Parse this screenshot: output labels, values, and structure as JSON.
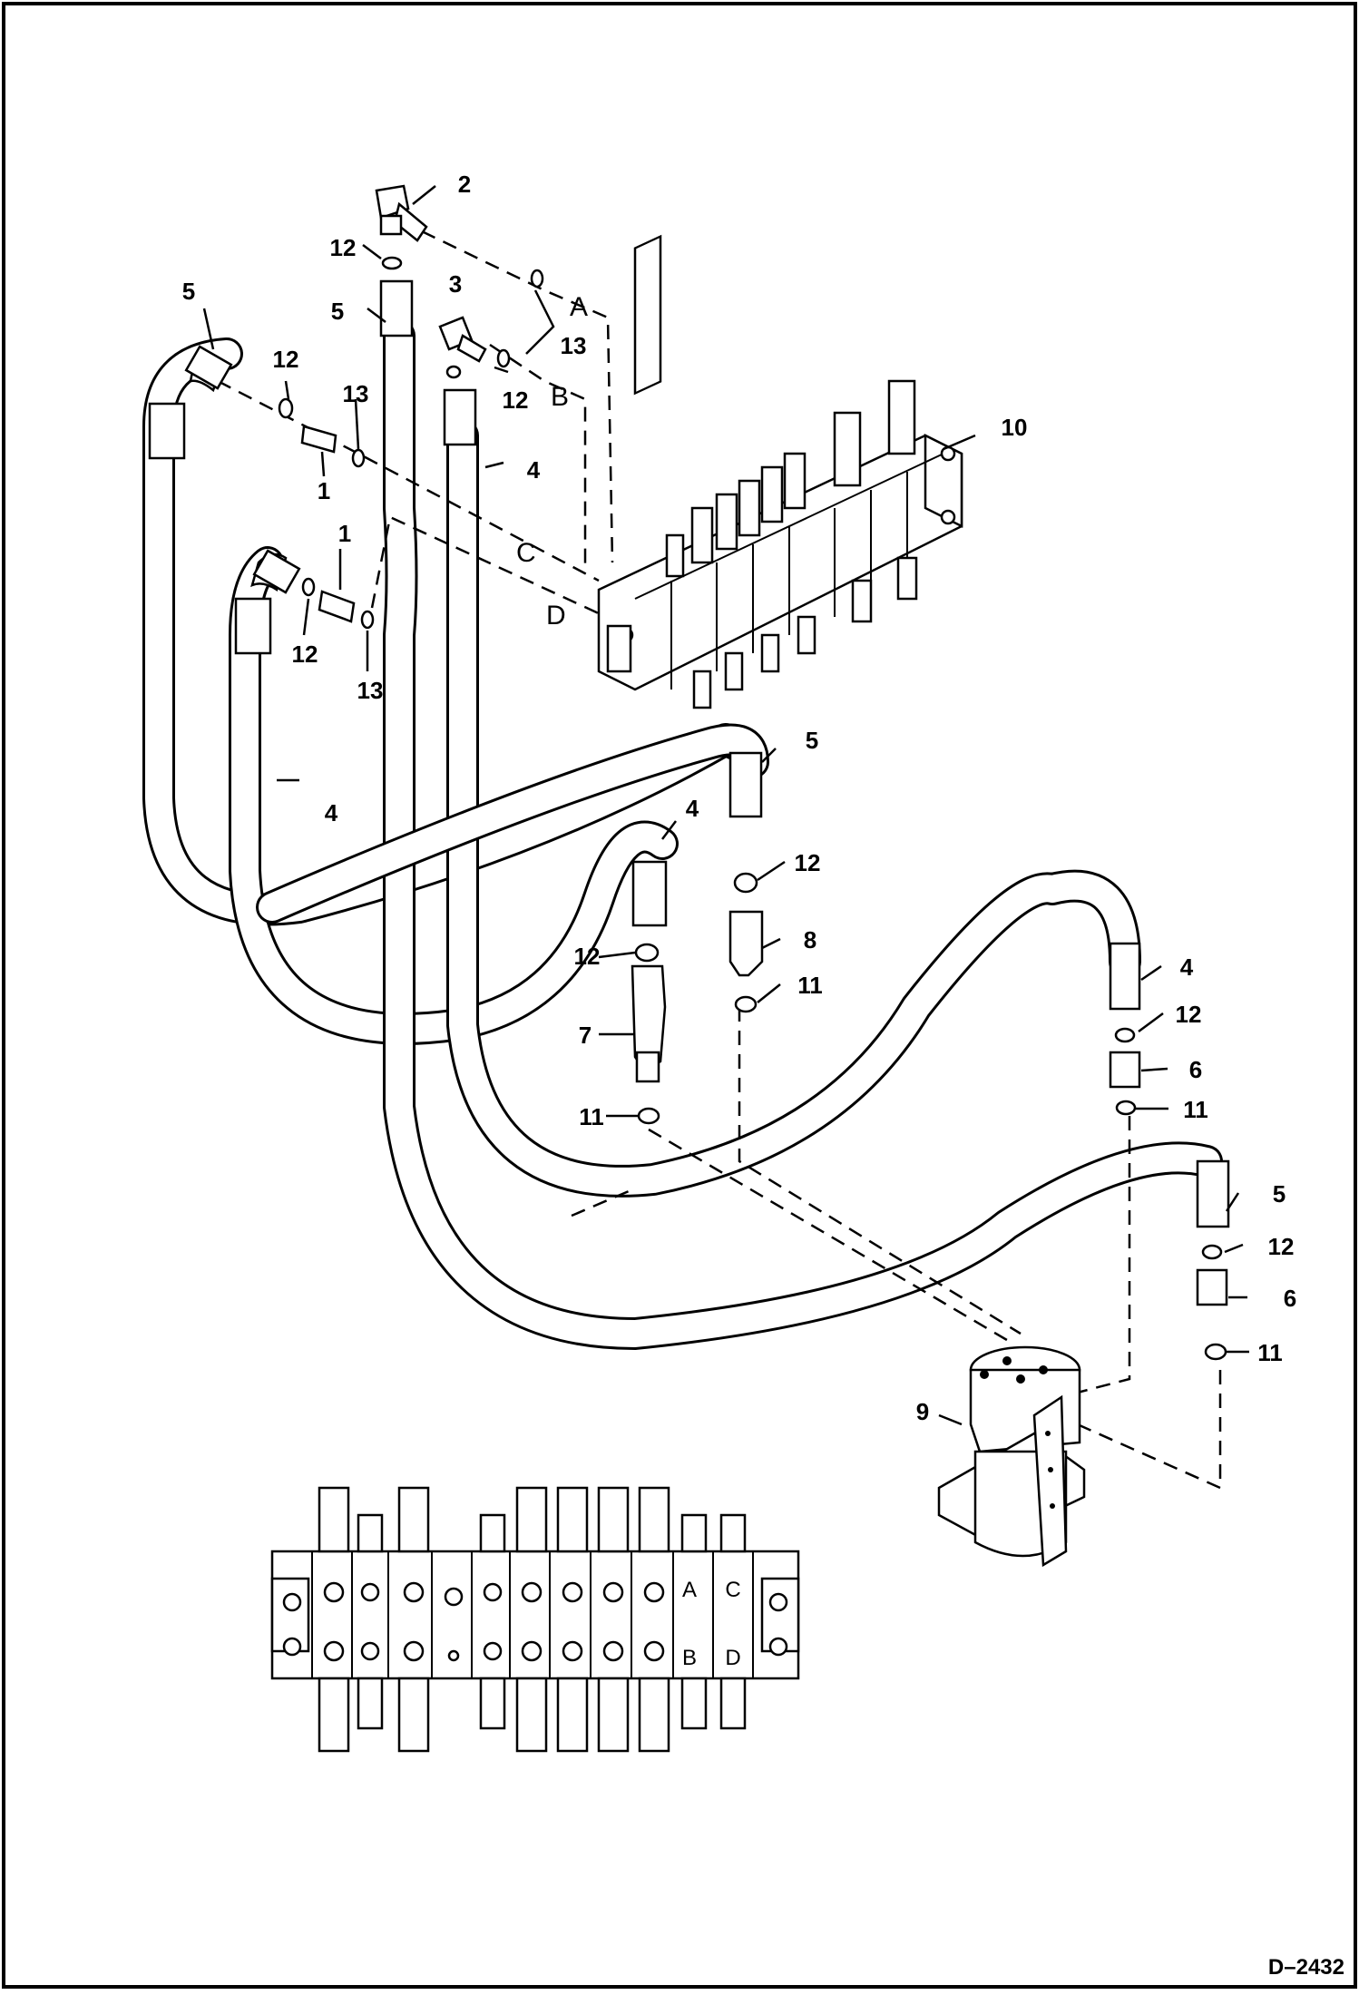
{
  "drawing_id": "D–2432",
  "port_labels": [
    "A",
    "B",
    "C",
    "D"
  ],
  "callouts": {
    "fitting_1": "1",
    "elbow_2": "2",
    "elbow_3": "3",
    "hose_4": "4",
    "hose_5": "5",
    "adapter_6": "6",
    "check_valve_7": "7",
    "check_valve_8": "8",
    "swivel_9": "9",
    "control_valve_10": "10",
    "oring_11": "11",
    "oring_12": "12",
    "oring_13": "13"
  }
}
